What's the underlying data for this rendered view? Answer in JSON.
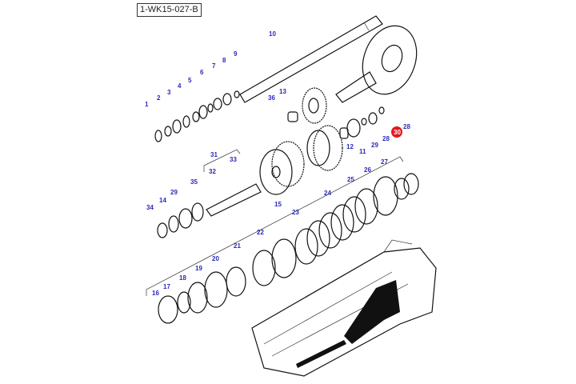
{
  "diagram": {
    "reference_code": "1-WK15-027-B",
    "highlight_color": "#e3161b",
    "label_color": "#2a2ab8",
    "highlighted_part": "30",
    "labels": [
      "1",
      "2",
      "3",
      "4",
      "5",
      "6",
      "7",
      "8",
      "9",
      "10",
      "13",
      "36",
      "28",
      "30",
      "28",
      "29",
      "12",
      "11",
      "31",
      "33",
      "32",
      "35",
      "29",
      "14",
      "34",
      "15",
      "27",
      "26",
      "25",
      "24",
      "23",
      "22",
      "21",
      "20",
      "19",
      "18",
      "17",
      "16"
    ]
  }
}
